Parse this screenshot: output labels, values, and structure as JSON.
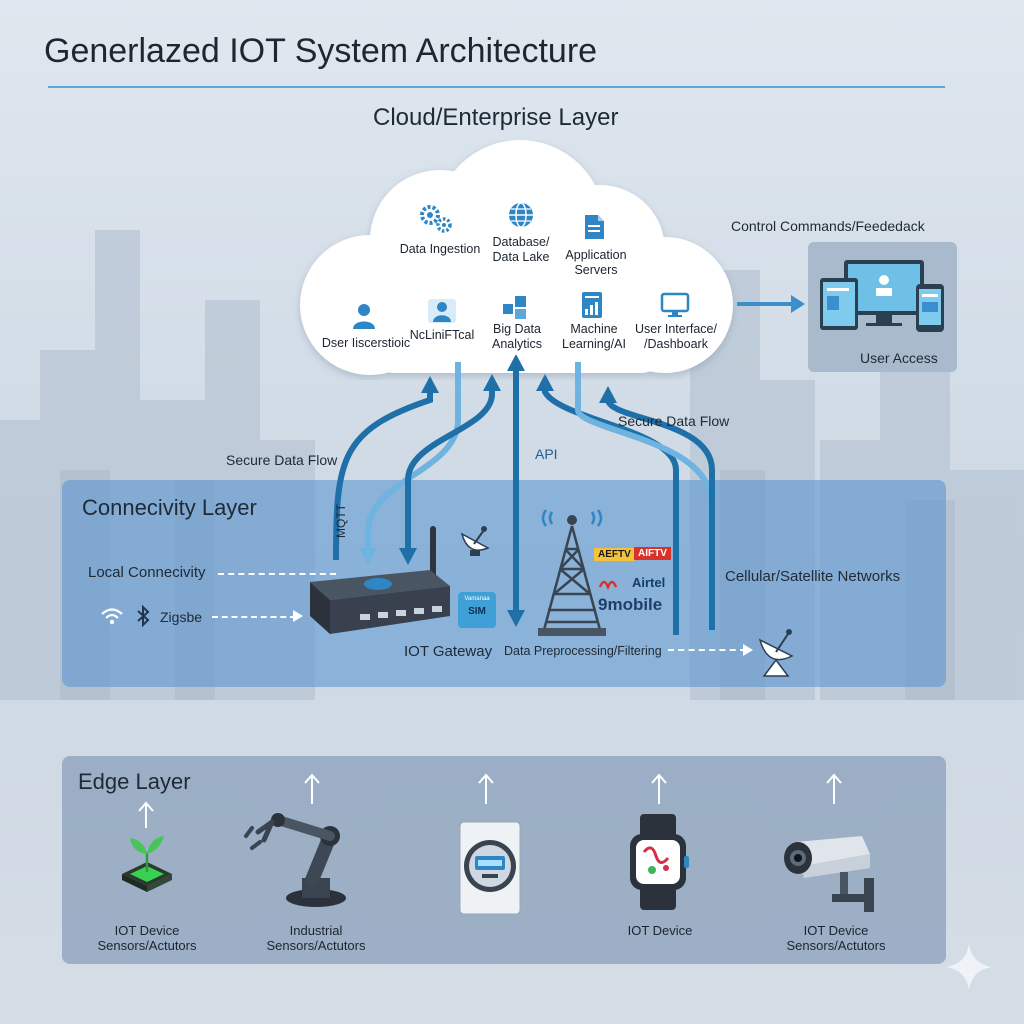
{
  "title": "Generlazed IOT System Architecture",
  "cloud": {
    "heading": "Cloud/Enterprise Layer",
    "services_top": [
      {
        "label": "Data Ingestion",
        "icon": "gears-icon"
      },
      {
        "label": "Database/\nData Lake",
        "icon": "globe-icon"
      },
      {
        "label": "Application\nServers",
        "icon": "document-icon"
      }
    ],
    "services_bottom": [
      {
        "label": "Dser Iiscerstioic",
        "icon": "person-icon"
      },
      {
        "label": "NcLiniFTcal",
        "icon": "person-gear-icon"
      },
      {
        "label": "Big Data\nAnalytics",
        "icon": "cubes-icon"
      },
      {
        "label": "Machine\nLearning/AI",
        "icon": "chart-document-icon"
      },
      {
        "label": "User Interface/\n/Dashboark",
        "icon": "monitor-icon"
      }
    ]
  },
  "user_access": {
    "control_label": "Control Commands/Feededack",
    "label": "User Access"
  },
  "flows": {
    "secure_left": "Secure Data Flow",
    "secure_right": "Secure Data Flow",
    "api": "API",
    "mqtt": "MQTT"
  },
  "connectivity": {
    "heading": "Connecivity Layer",
    "local": "Local Connecivity",
    "zigbee": "Zigsbe",
    "gateway": "IOT Gateway",
    "sim": "SIM",
    "sim_top": "Vamanaa",
    "preprocessing": "Data Preprocessing/Filtering",
    "cellular": "Cellular/Satellite Networks",
    "carriers": [
      "AEFTV",
      "AIFTV",
      "Airtel",
      "9mobile"
    ]
  },
  "edge": {
    "heading": "Edge Layer",
    "devices": [
      {
        "label": "IOT Device\nSensors/Actutors",
        "icon": "chip-sprout-icon"
      },
      {
        "label": "Industrial\nSensors/Actutors",
        "icon": "robot-arm-icon"
      },
      {
        "label": "",
        "icon": "smart-meter-icon"
      },
      {
        "label": "IOT Device",
        "icon": "smartwatch-icon"
      },
      {
        "label": "IOT Device\nSensors/Actutors",
        "icon": "security-camera-icon"
      }
    ]
  },
  "colors": {
    "accent": "#2f86c4",
    "arrow_dark": "#1f6fa8",
    "arrow_light": "#6fb3e0",
    "connectivity_panel": "#5492cf",
    "edge_panel": "#6f8bac"
  }
}
